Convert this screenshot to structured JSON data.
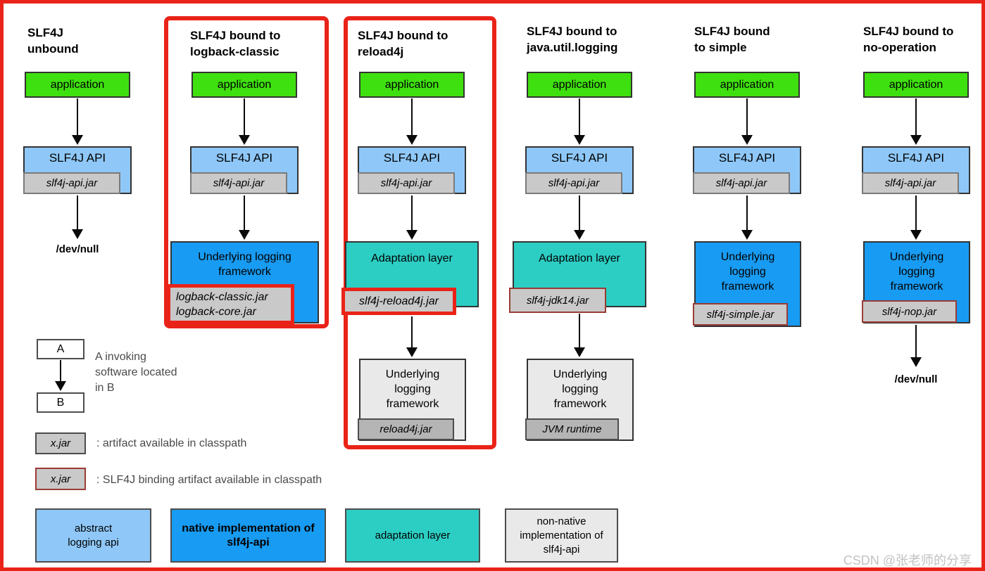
{
  "diagram": {
    "columns": [
      {
        "title": [
          "SLF4J",
          "unbound"
        ],
        "app": "application",
        "api": "SLF4J API",
        "api_jar": "slf4j-api.jar",
        "sink": "/dev/null"
      },
      {
        "title": [
          "SLF4J bound to",
          "logback-classic"
        ],
        "app": "application",
        "api": "SLF4J API",
        "api_jar": "slf4j-api.jar",
        "framework": "Underlying logging framework",
        "framework_jars": [
          "logback-classic.jar",
          "logback-core.jar"
        ]
      },
      {
        "title": [
          "SLF4J bound to",
          "reload4j"
        ],
        "app": "application",
        "api": "SLF4J API",
        "api_jar": "slf4j-api.jar",
        "adaptation": "Adaptation layer",
        "adaptation_jar": "slf4j-reload4j.jar",
        "framework": "Underlying logging framework",
        "framework_jar": "reload4j.jar"
      },
      {
        "title": [
          "SLF4J bound to",
          "java.util.logging"
        ],
        "app": "application",
        "api": "SLF4J API",
        "api_jar": "slf4j-api.jar",
        "adaptation": "Adaptation layer",
        "adaptation_jar": "slf4j-jdk14.jar",
        "framework": "Underlying logging framework",
        "framework_jar": "JVM runtime"
      },
      {
        "title": [
          "SLF4J bound",
          "to simple"
        ],
        "app": "application",
        "api": "SLF4J API",
        "api_jar": "slf4j-api.jar",
        "framework": "Underlying logging framework",
        "framework_jar": "slf4j-simple.jar"
      },
      {
        "title": [
          "SLF4J bound to",
          "no-operation"
        ],
        "app": "application",
        "api": "SLF4J API",
        "api_jar": "slf4j-api.jar",
        "framework": "Underlying logging framework",
        "framework_jar": "slf4j-nop.jar",
        "sink": "/dev/null"
      }
    ],
    "legend": {
      "box_a": "A",
      "box_b": "B",
      "invoke_text": [
        "A invoking",
        "software located",
        "in B"
      ],
      "jar_label": "x.jar",
      "artifact_text": ": artifact available in classpath",
      "binding_jar_label": "x.jar",
      "binding_text": ": SLF4J binding artifact available in classpath",
      "types": [
        {
          "label": "abstract logging api"
        },
        {
          "label": "native implementation of slf4j-api"
        },
        {
          "label": "adaptation layer"
        },
        {
          "label": "non-native implementation of slf4j-api"
        }
      ]
    },
    "watermark": "CSDN @张老师的分享",
    "colors": {
      "red": "#ea2318",
      "green": "#3fe00f",
      "lightblue": "#8fc8f8",
      "blue": "#189bf2",
      "teal": "#2ccec4",
      "jargray": "#c9c9c9",
      "fwgray": "#e9e9e9",
      "darkjar": "#b5b5b5",
      "maroon": "#9a3b34"
    }
  }
}
